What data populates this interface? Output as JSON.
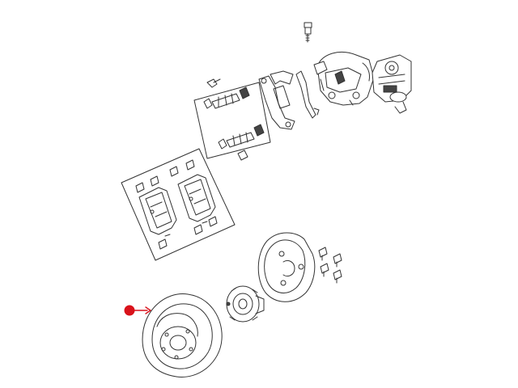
{
  "diagram": {
    "background_color": "#ffffff",
    "line_color": "#333333",
    "callout_color": "#d9121b",
    "highlighted_part": "brake-rotor",
    "parts": [
      "bleeder-screw",
      "brake-caliper",
      "electric-parking-brake-motor",
      "caliper-adapter-bracket",
      "pad-retainer-clip",
      "guide-pin-bolt-kit",
      "brake-pad-kit",
      "disc-shield",
      "shield-bolts",
      "hub-bearing",
      "brake-rotor"
    ]
  }
}
